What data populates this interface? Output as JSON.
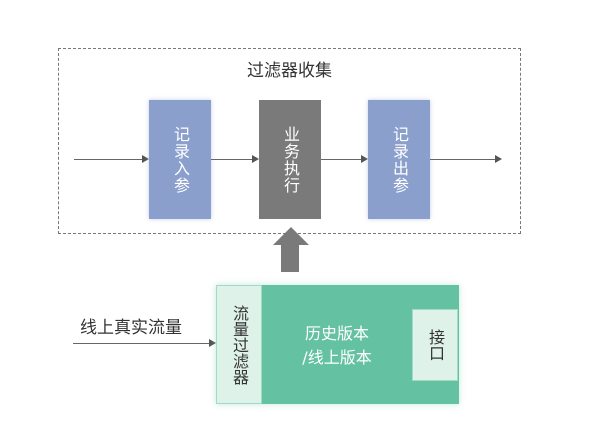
{
  "diagram": {
    "group_title": "过滤器收集",
    "steps": [
      {
        "label": "记录入参",
        "color": "#8a9fcc"
      },
      {
        "label": "业务执行",
        "color": "#7a7a7a"
      },
      {
        "label": "记录出参",
        "color": "#8a9fcc"
      }
    ],
    "traffic_label": "线上真实流量",
    "filter_label": "流量过滤器",
    "version_label_line1": "历史版本",
    "version_label_line2": "/线上版本",
    "interface_label": "接口",
    "colors": {
      "accent_green": "#64c1a2",
      "light_green": "#dff2ea",
      "blue": "#8a9fcc",
      "gray": "#7a7a7a"
    }
  }
}
